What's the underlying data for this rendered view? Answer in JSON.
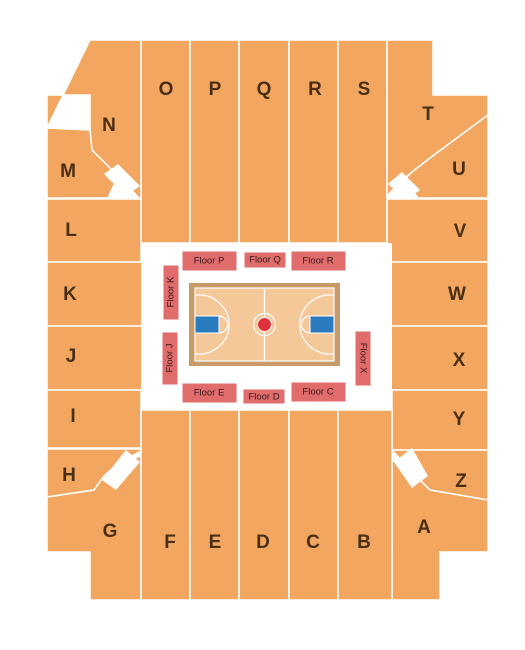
{
  "colors": {
    "section": "#f2a65f",
    "floor": "#e06c6c",
    "court_wood": "#f5c89a",
    "court_border": "#c89a6a",
    "paint": "#2b7bbf",
    "center_circle": "#e0303a"
  },
  "sections": {
    "N": "N",
    "O": "O",
    "P": "P",
    "Q": "Q",
    "R": "R",
    "S": "S",
    "T": "T",
    "M": "M",
    "U": "U",
    "L": "L",
    "V": "V",
    "K": "K",
    "W": "W",
    "J": "J",
    "X": "X",
    "I": "I",
    "Y": "Y",
    "H": "H",
    "Z": "Z",
    "G": "G",
    "A": "A",
    "F": "F",
    "E": "E",
    "D": "D",
    "C": "C",
    "B": "B"
  },
  "floor": {
    "P": "Floor P",
    "Q": "Floor Q",
    "R": "Floor R",
    "K": "Floor K",
    "J": "Floor J",
    "X": "Floor X",
    "E": "Floor E",
    "D": "Floor D",
    "C": "Floor C"
  }
}
